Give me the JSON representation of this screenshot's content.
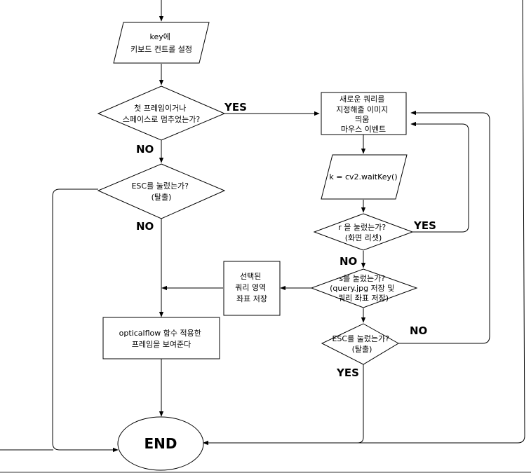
{
  "nodes": {
    "key_io": [
      "key에",
      "키보드 컨트롤 설정"
    ],
    "first_frame": [
      "첫 프레임이거나",
      "스페이스로 멈추었는가?"
    ],
    "esc_left": [
      "ESC를 눌렀는가?",
      "(탈출)"
    ],
    "optical": [
      "opticalflow 함수 적용한",
      "프레임을 보여준다"
    ],
    "mouse_event": [
      "새로운 쿼리를",
      "지정해줄 이미지",
      "띄움",
      "마우스 이벤트"
    ],
    "waitkey": [
      "k = cv2.waitKey()"
    ],
    "r_key": [
      "r 을 눌렀는가?",
      "(화면 리셋)"
    ],
    "s_key": [
      "s를 눌렀는가?",
      "(query.jpg 저장 및",
      "쿼리 좌표 저장)"
    ],
    "save_roi": [
      "선택된",
      "쿼리 영역",
      "좌표 저장"
    ],
    "esc_right": [
      "ESC를 눌렀는가?",
      "(탈출)"
    ],
    "end": [
      "END"
    ]
  },
  "edge_labels": {
    "yes_first": "YES",
    "no_first": "NO",
    "no_esc_left": "NO",
    "yes_r": "YES",
    "no_r": "NO",
    "no_esc_right": "NO",
    "yes_esc_right": "YES"
  }
}
